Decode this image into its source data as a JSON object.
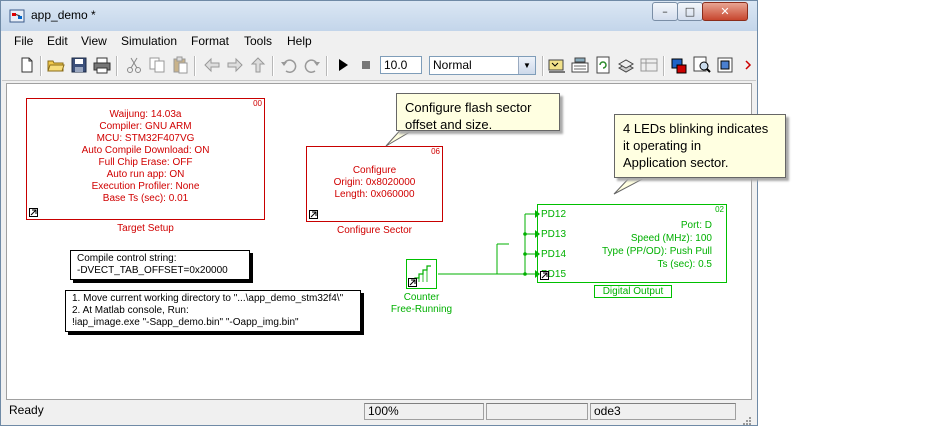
{
  "window": {
    "title": "app_demo *",
    "buttons": {
      "minimize": "–",
      "maximize": "□",
      "close": "✕"
    }
  },
  "menu": [
    "File",
    "Edit",
    "View",
    "Simulation",
    "Format",
    "Tools",
    "Help"
  ],
  "toolbar": {
    "stop_time": "10.0",
    "sim_mode": "Normal"
  },
  "canvas": {
    "target_setup": {
      "number": "00",
      "lines": [
        "Waijung: 14.03a",
        "Compiler: GNU ARM",
        "MCU: STM32F407VG",
        "Auto Compile Download: ON",
        "Full Chip Erase: OFF",
        "Auto run app: ON",
        "Execution Profiler: None",
        "Base Ts (sec): 0.01"
      ],
      "caption": "Target Setup"
    },
    "configure_sector": {
      "number": "06",
      "lines": [
        "Configure",
        "Origin: 0x8020000",
        "Length: 0x060000"
      ],
      "caption": "Configure Sector"
    },
    "compile_note": {
      "lines": [
        "Compile control string:",
        "-DVECT_TAB_OFFSET=0x20000"
      ]
    },
    "instructions_note": {
      "lines": [
        "1. Move current working directory to \"...\\app_demo_stm32f4\\\"",
        "2. At Matlab console, Run:",
        "!iap_image.exe \"-Sapp_demo.bin\" \"-Oapp_img.bin\""
      ]
    },
    "counter": {
      "caption_line1": "Counter",
      "caption_line2": "Free-Running"
    },
    "digital_output": {
      "number": "02",
      "ports": [
        "PD12",
        "PD13",
        "PD14",
        "PD15"
      ],
      "params": [
        "Port: D",
        "Speed (MHz): 100",
        "Type (PP/OD): Push Pull",
        "Ts (sec): 0.5"
      ],
      "caption": "Digital Output"
    },
    "callout_flash": {
      "lines": [
        "Configure flash sector",
        "offset and size."
      ]
    },
    "callout_leds": {
      "lines": [
        "4 LEDs blinking indicates",
        "it operating in",
        "Application sector."
      ]
    }
  },
  "status": {
    "state": "Ready",
    "zoom": "100%",
    "solver": "ode3"
  },
  "colors": {
    "block_red": "#d00000",
    "block_green": "#00b000",
    "callout_bg": "#ffffe1"
  }
}
